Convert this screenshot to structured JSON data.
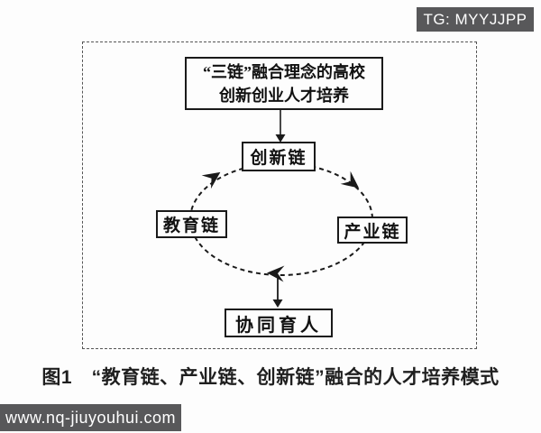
{
  "watermarks": {
    "top_right": "TG: MYYJJPP",
    "bottom_left": "www.nq-jiuyouhui.com"
  },
  "diagram": {
    "top_box": {
      "line1": "“三链”融合理念的高校",
      "line2": "创新创业人才培养"
    },
    "nodes": {
      "innovation": "创新链",
      "education": "教育链",
      "industry": "产业链",
      "outcome": "协同育人"
    },
    "cycle": {
      "shape": "dashed-ellipse",
      "direction": "clockwise",
      "order": [
        "教育链",
        "创新链",
        "产业链",
        "协同育人"
      ]
    }
  },
  "caption": "图1　“教育链、产业链、创新链”融合的人才培养模式",
  "colors": {
    "watermark_bg": "#58585a",
    "line": "#1a1a1a",
    "background": "#fdfdfd"
  }
}
